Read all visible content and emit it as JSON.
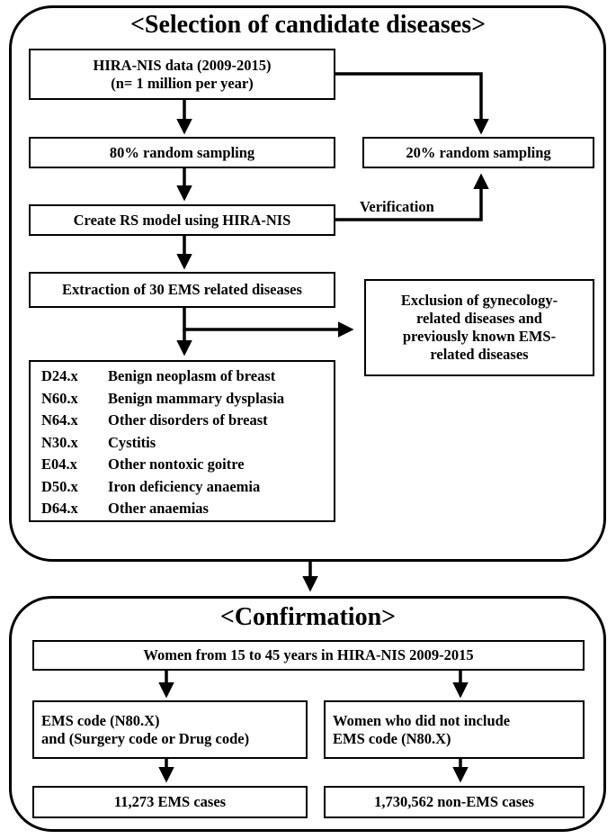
{
  "panel1": {
    "title": "<Selection of candidate diseases>"
  },
  "panel2": {
    "title": "<Confirmation>"
  },
  "boxes": {
    "hira": "HIRA-NIS data (2009-2015)\n(n= 1 million per year)",
    "sample80": "80% random sampling",
    "sample20": "20% random sampling",
    "rs_model": "Create RS model using HIRA-NIS",
    "extraction": "Extraction of 30 EMS related diseases",
    "exclusion": "Exclusion of gynecology-\nrelated diseases and\npreviously known EMS-\nrelated diseases",
    "women": "Women from 15 to 45 years in HIRA-NIS 2009-2015",
    "ems_code": "EMS code (N80.X)\n and (Surgery code or Drug code)",
    "no_ems_code": "Women who did not include\nEMS code (N80.X)",
    "ems_cases": "11,273 EMS cases",
    "non_ems_cases": "1,730,562 non-EMS cases"
  },
  "labels": {
    "verification": "Verification"
  },
  "diseases": [
    {
      "code": "D24.x",
      "name": "Benign neoplasm of breast"
    },
    {
      "code": "N60.x",
      "name": "Benign mammary dysplasia"
    },
    {
      "code": "N64.x",
      "name": "Other disorders of breast"
    },
    {
      "code": "N30.x",
      "name": "Cystitis"
    },
    {
      "code": "E04.x",
      "name": "Other nontoxic goitre"
    },
    {
      "code": "D50.x",
      "name": "Iron deficiency anaemia"
    },
    {
      "code": "D64.x",
      "name": "Other anaemias"
    }
  ]
}
